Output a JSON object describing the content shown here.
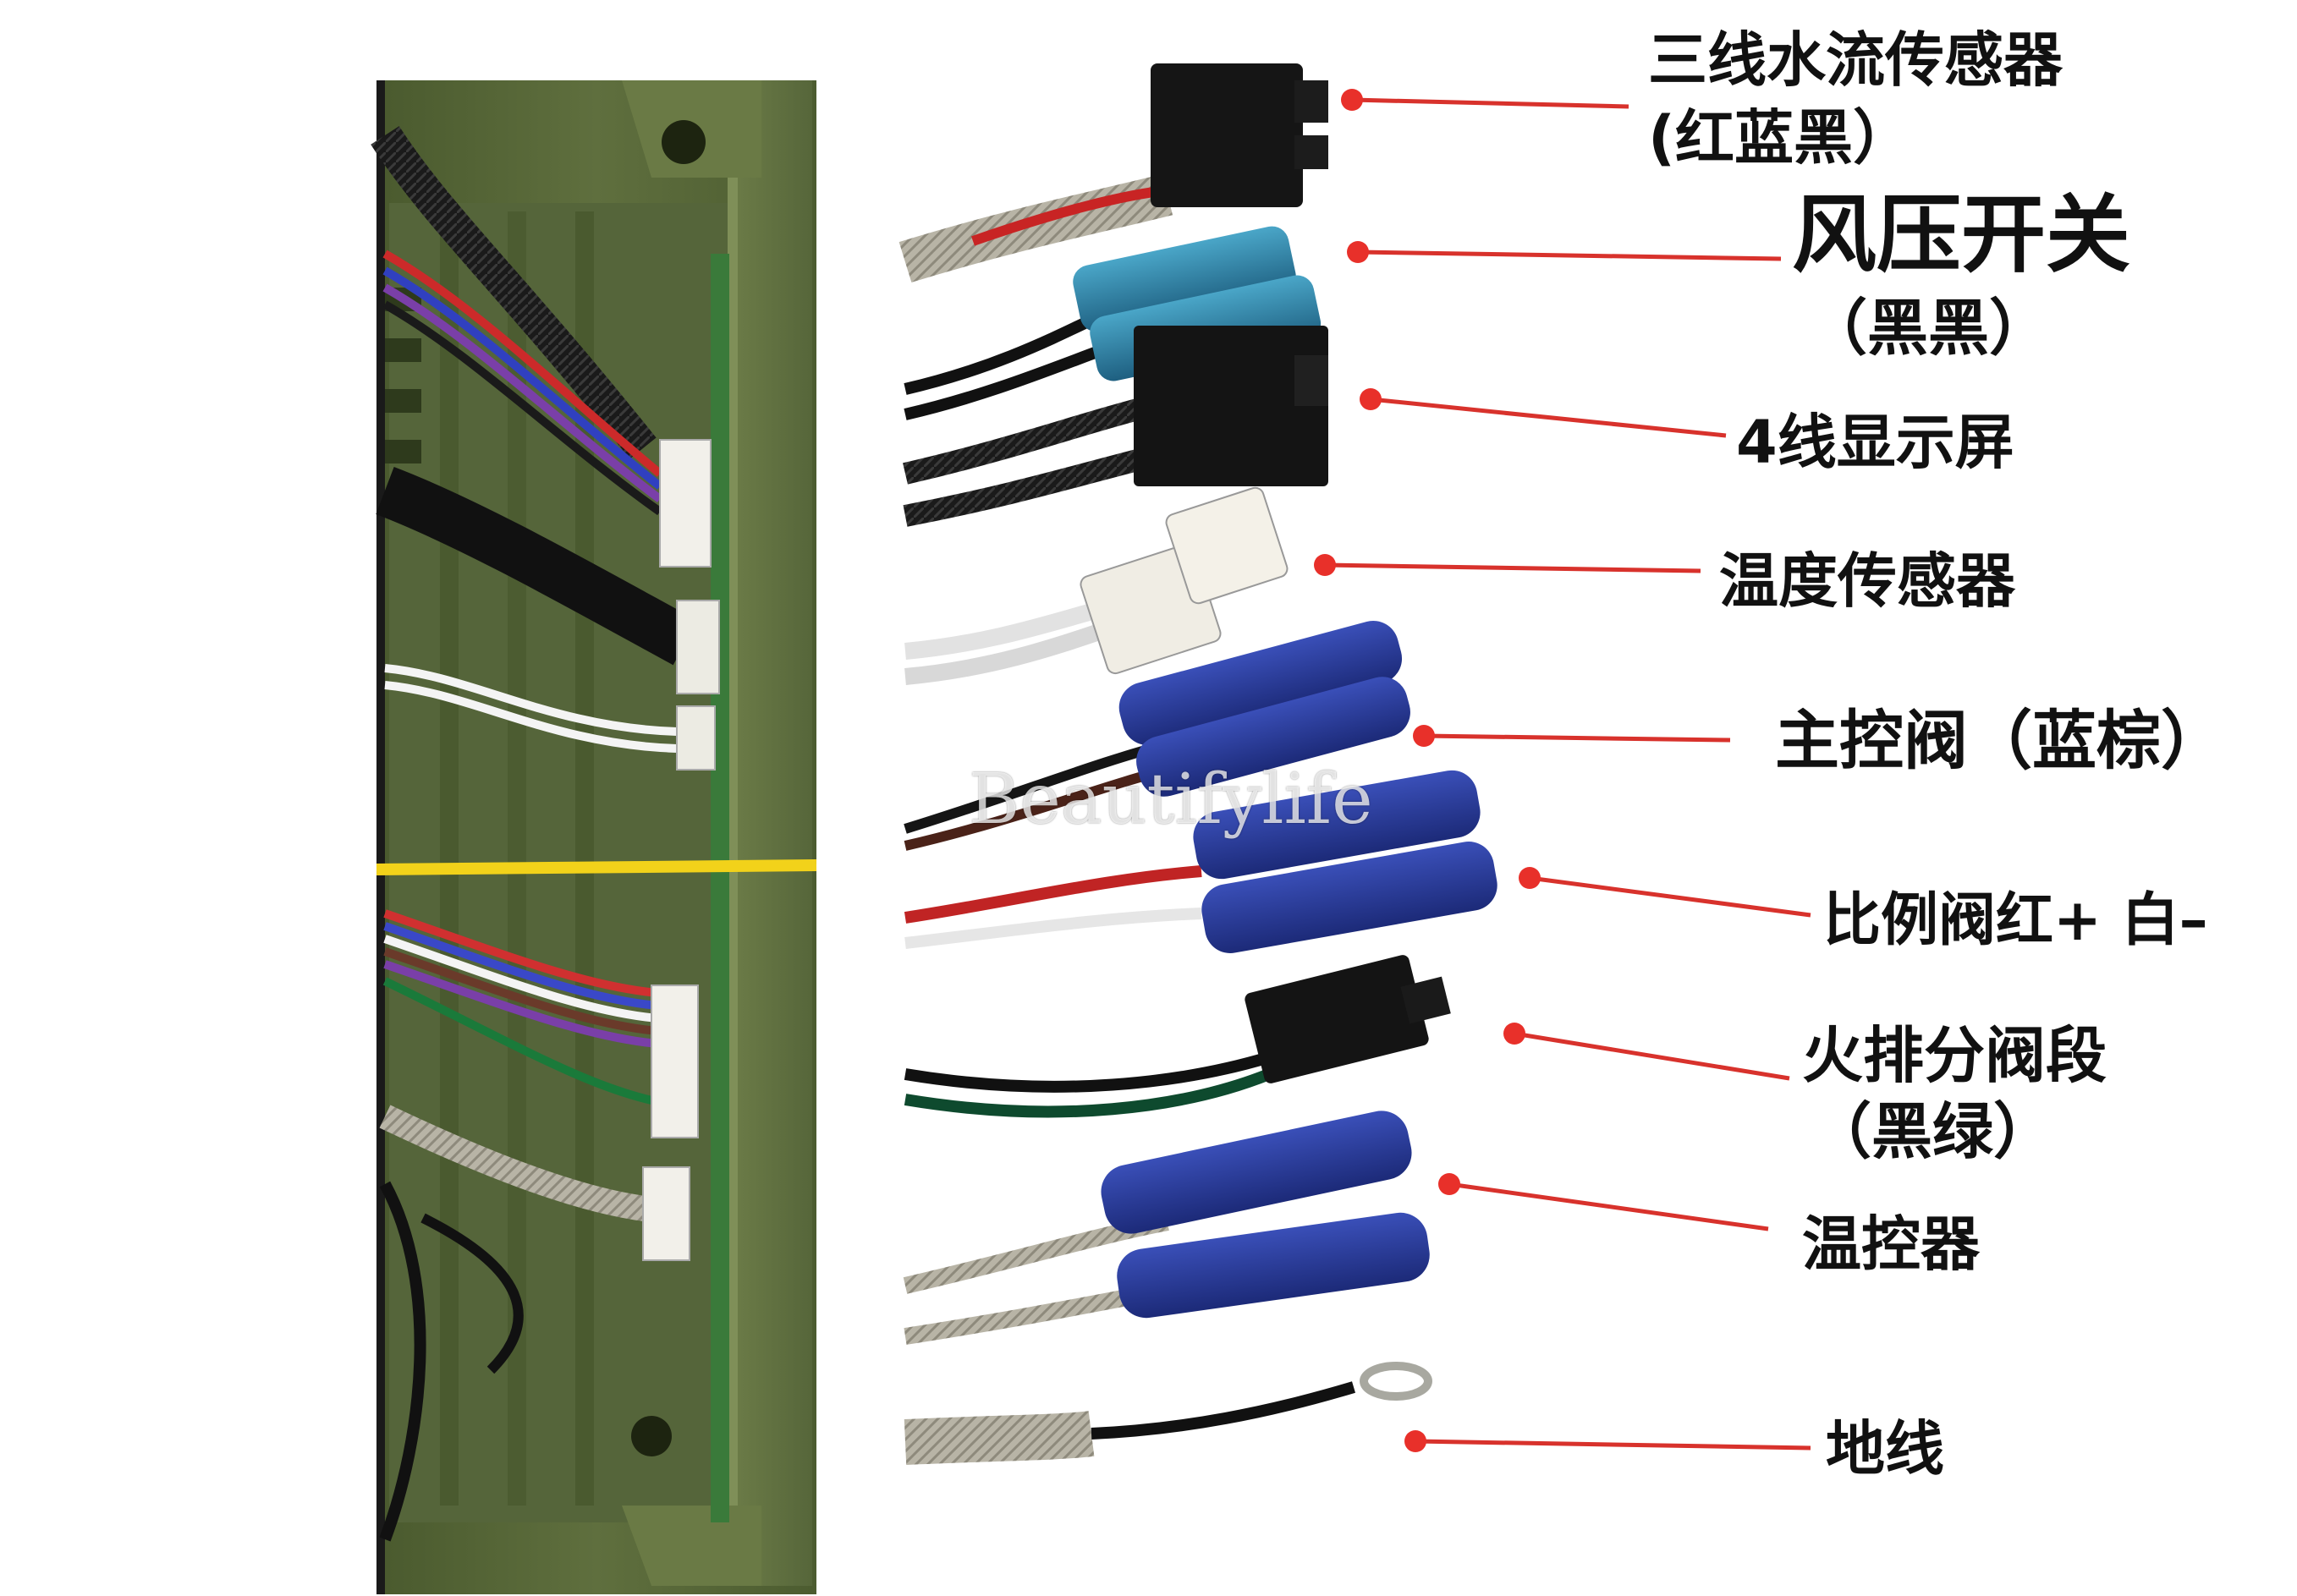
{
  "labels": {
    "water_flow_sensor": "三线水流传感器",
    "water_flow_sensor_colors": "(红蓝黑）",
    "air_pressure_switch": "风压开关",
    "air_pressure_switch_colors": "（黑黑）",
    "display_4wire": "4线显示屏",
    "temperature_sensor": "温度传感器",
    "main_valve": "主控阀（蓝棕）",
    "proportional_valve": "比例阀红+ 白–",
    "fire_row_valve": "火排分阀段",
    "fire_row_valve_colors": "（黑绿）",
    "thermostat": "温控器",
    "ground_wire": "地线"
  },
  "watermark": "Beautifylife",
  "colors": {
    "pointer_dot": "#e8302a",
    "pointer_line": "#d8322c",
    "housing_green": "#5b6b3c",
    "housing_edge": "#6f7f4a",
    "label_text": "#111111"
  }
}
